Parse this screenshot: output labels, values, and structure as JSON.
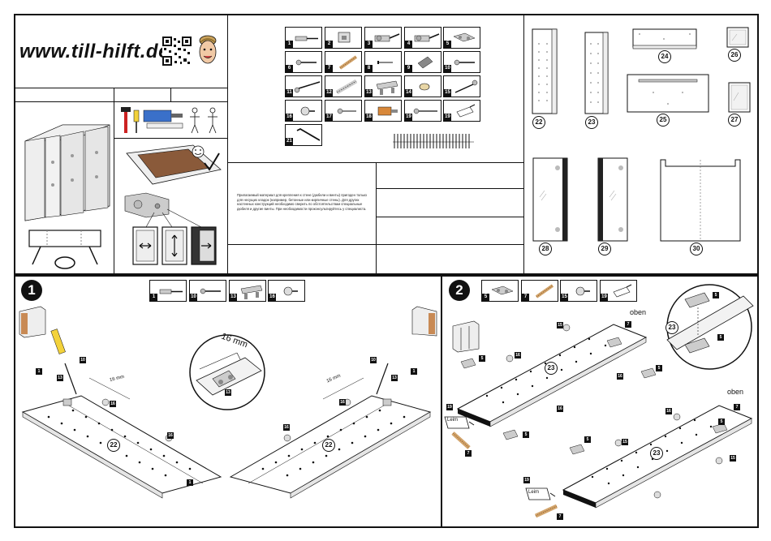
{
  "header": {
    "brand_url": "www.till-hilft.de",
    "qr_icon": "qr-code-icon",
    "mascot_icon": "mascot-face-icon"
  },
  "parts_legend": {
    "items": [
      {
        "num": "1",
        "icon": "anchor-bolt-icon"
      },
      {
        "num": "2",
        "icon": "wall-bracket-icon"
      },
      {
        "num": "3",
        "icon": "hinge-icon"
      },
      {
        "num": "4",
        "icon": "hinge-icon"
      },
      {
        "num": "5",
        "icon": "hinge-plate-icon"
      },
      {
        "num": "6",
        "icon": "screw-icon"
      },
      {
        "num": "7",
        "icon": "dowel-icon"
      },
      {
        "num": "8",
        "icon": "nail-icon"
      },
      {
        "num": "9",
        "icon": "pad-icon"
      },
      {
        "num": "10",
        "icon": "screw-icon"
      },
      {
        "num": "11",
        "icon": "long-screw-icon"
      },
      {
        "num": "12",
        "icon": "plug-icon"
      },
      {
        "num": "13",
        "icon": "hanger-rail-icon"
      },
      {
        "num": "14",
        "icon": "bumper-icon"
      },
      {
        "num": "15",
        "icon": "screw-icon"
      },
      {
        "num": "16",
        "icon": "shelf-pin-icon"
      },
      {
        "num": "17",
        "icon": "pin-icon"
      },
      {
        "num": "18",
        "icon": "connector-icon"
      },
      {
        "num": "19",
        "icon": "glue-bottle-icon"
      },
      {
        "num": "21",
        "icon": "hex-key-icon"
      }
    ]
  },
  "warning_text": "Прилагаемый материал для крепления к стене (дюбели и винты) пригоден только для несущих кладок (например, бетонные или кирпичные стены). Для других настенных конструкций необходимо сверить по обстоятельствам специальные дюбеля и другие винты. При необходимости проконсультируйтесь у специалиста.",
  "panels": {
    "p22": "22",
    "p23": "23",
    "p24": "24",
    "p25": "25",
    "p26": "26",
    "p27": "27",
    "p28": "28",
    "p29": "29",
    "p30": "30"
  },
  "step1": {
    "badge": "1",
    "parts": [
      {
        "num": "1"
      },
      {
        "num": "10"
      },
      {
        "num": "13"
      },
      {
        "num": "16"
      }
    ],
    "measure": "16 mm",
    "measure_small_left": "16 mm",
    "measure_small_right": "16 mm",
    "panel_label": "22"
  },
  "step2": {
    "badge": "2",
    "parts": [
      {
        "num": "5"
      },
      {
        "num": "7"
      },
      {
        "num": "15"
      },
      {
        "num": "19"
      }
    ],
    "oben_top": "oben",
    "oben_bottom": "oben",
    "panel_label": "23",
    "glue_label": "Leim"
  }
}
